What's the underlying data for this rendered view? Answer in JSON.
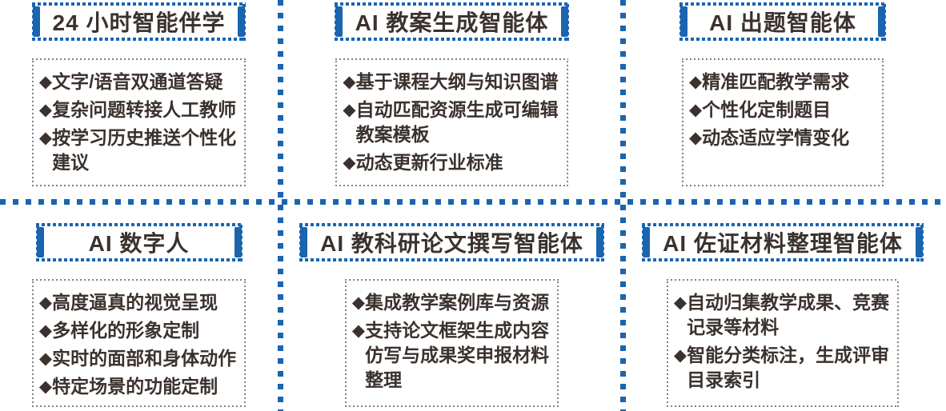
{
  "colors": {
    "accent_blue": "#1A64B0",
    "text_dark": "#3B322E",
    "feature_border_gray": "#828282",
    "background": "#FFFFFF"
  },
  "bullet_glyph": "◆",
  "panels": [
    {
      "id": "24h-smart-companion",
      "title": "24 小时智能伴学",
      "bullets": [
        "文字/语音双通道答疑",
        "复杂问题转接人工教师",
        "按学习历史推送个性化\n建议"
      ]
    },
    {
      "id": "ai-lesson-plan-agent",
      "title": "AI 教案生成智能体",
      "bullets": [
        "基于课程大纲与知识图谱",
        "自动匹配资源生成可编辑\n教案模板",
        "动态更新行业标准"
      ]
    },
    {
      "id": "ai-question-agent",
      "title": "AI 出题智能体",
      "bullets": [
        "精准匹配教学需求",
        "个性化定制题目",
        "动态适应学情变化"
      ]
    },
    {
      "id": "ai-digital-human",
      "title": "AI 数字人",
      "bullets": [
        "高度逼真的视觉呈现",
        "多样化的形象定制",
        "实时的面部和身体动作",
        "特定场景的功能定制"
      ]
    },
    {
      "id": "ai-paper-writing-agent",
      "title": "AI 教科研论文撰写智能体",
      "bullets": [
        "集成教学案例库与资源",
        "支持论文框架生成内容\n仿写与成果奖申报材料\n整理"
      ]
    },
    {
      "id": "ai-evidence-material-agent",
      "title": "AI 佐证材料整理智能体",
      "bullets": [
        "自动归集教学成果、竞赛\n记录等材料",
        "智能分类标注，生成评审\n目录索引"
      ]
    }
  ]
}
